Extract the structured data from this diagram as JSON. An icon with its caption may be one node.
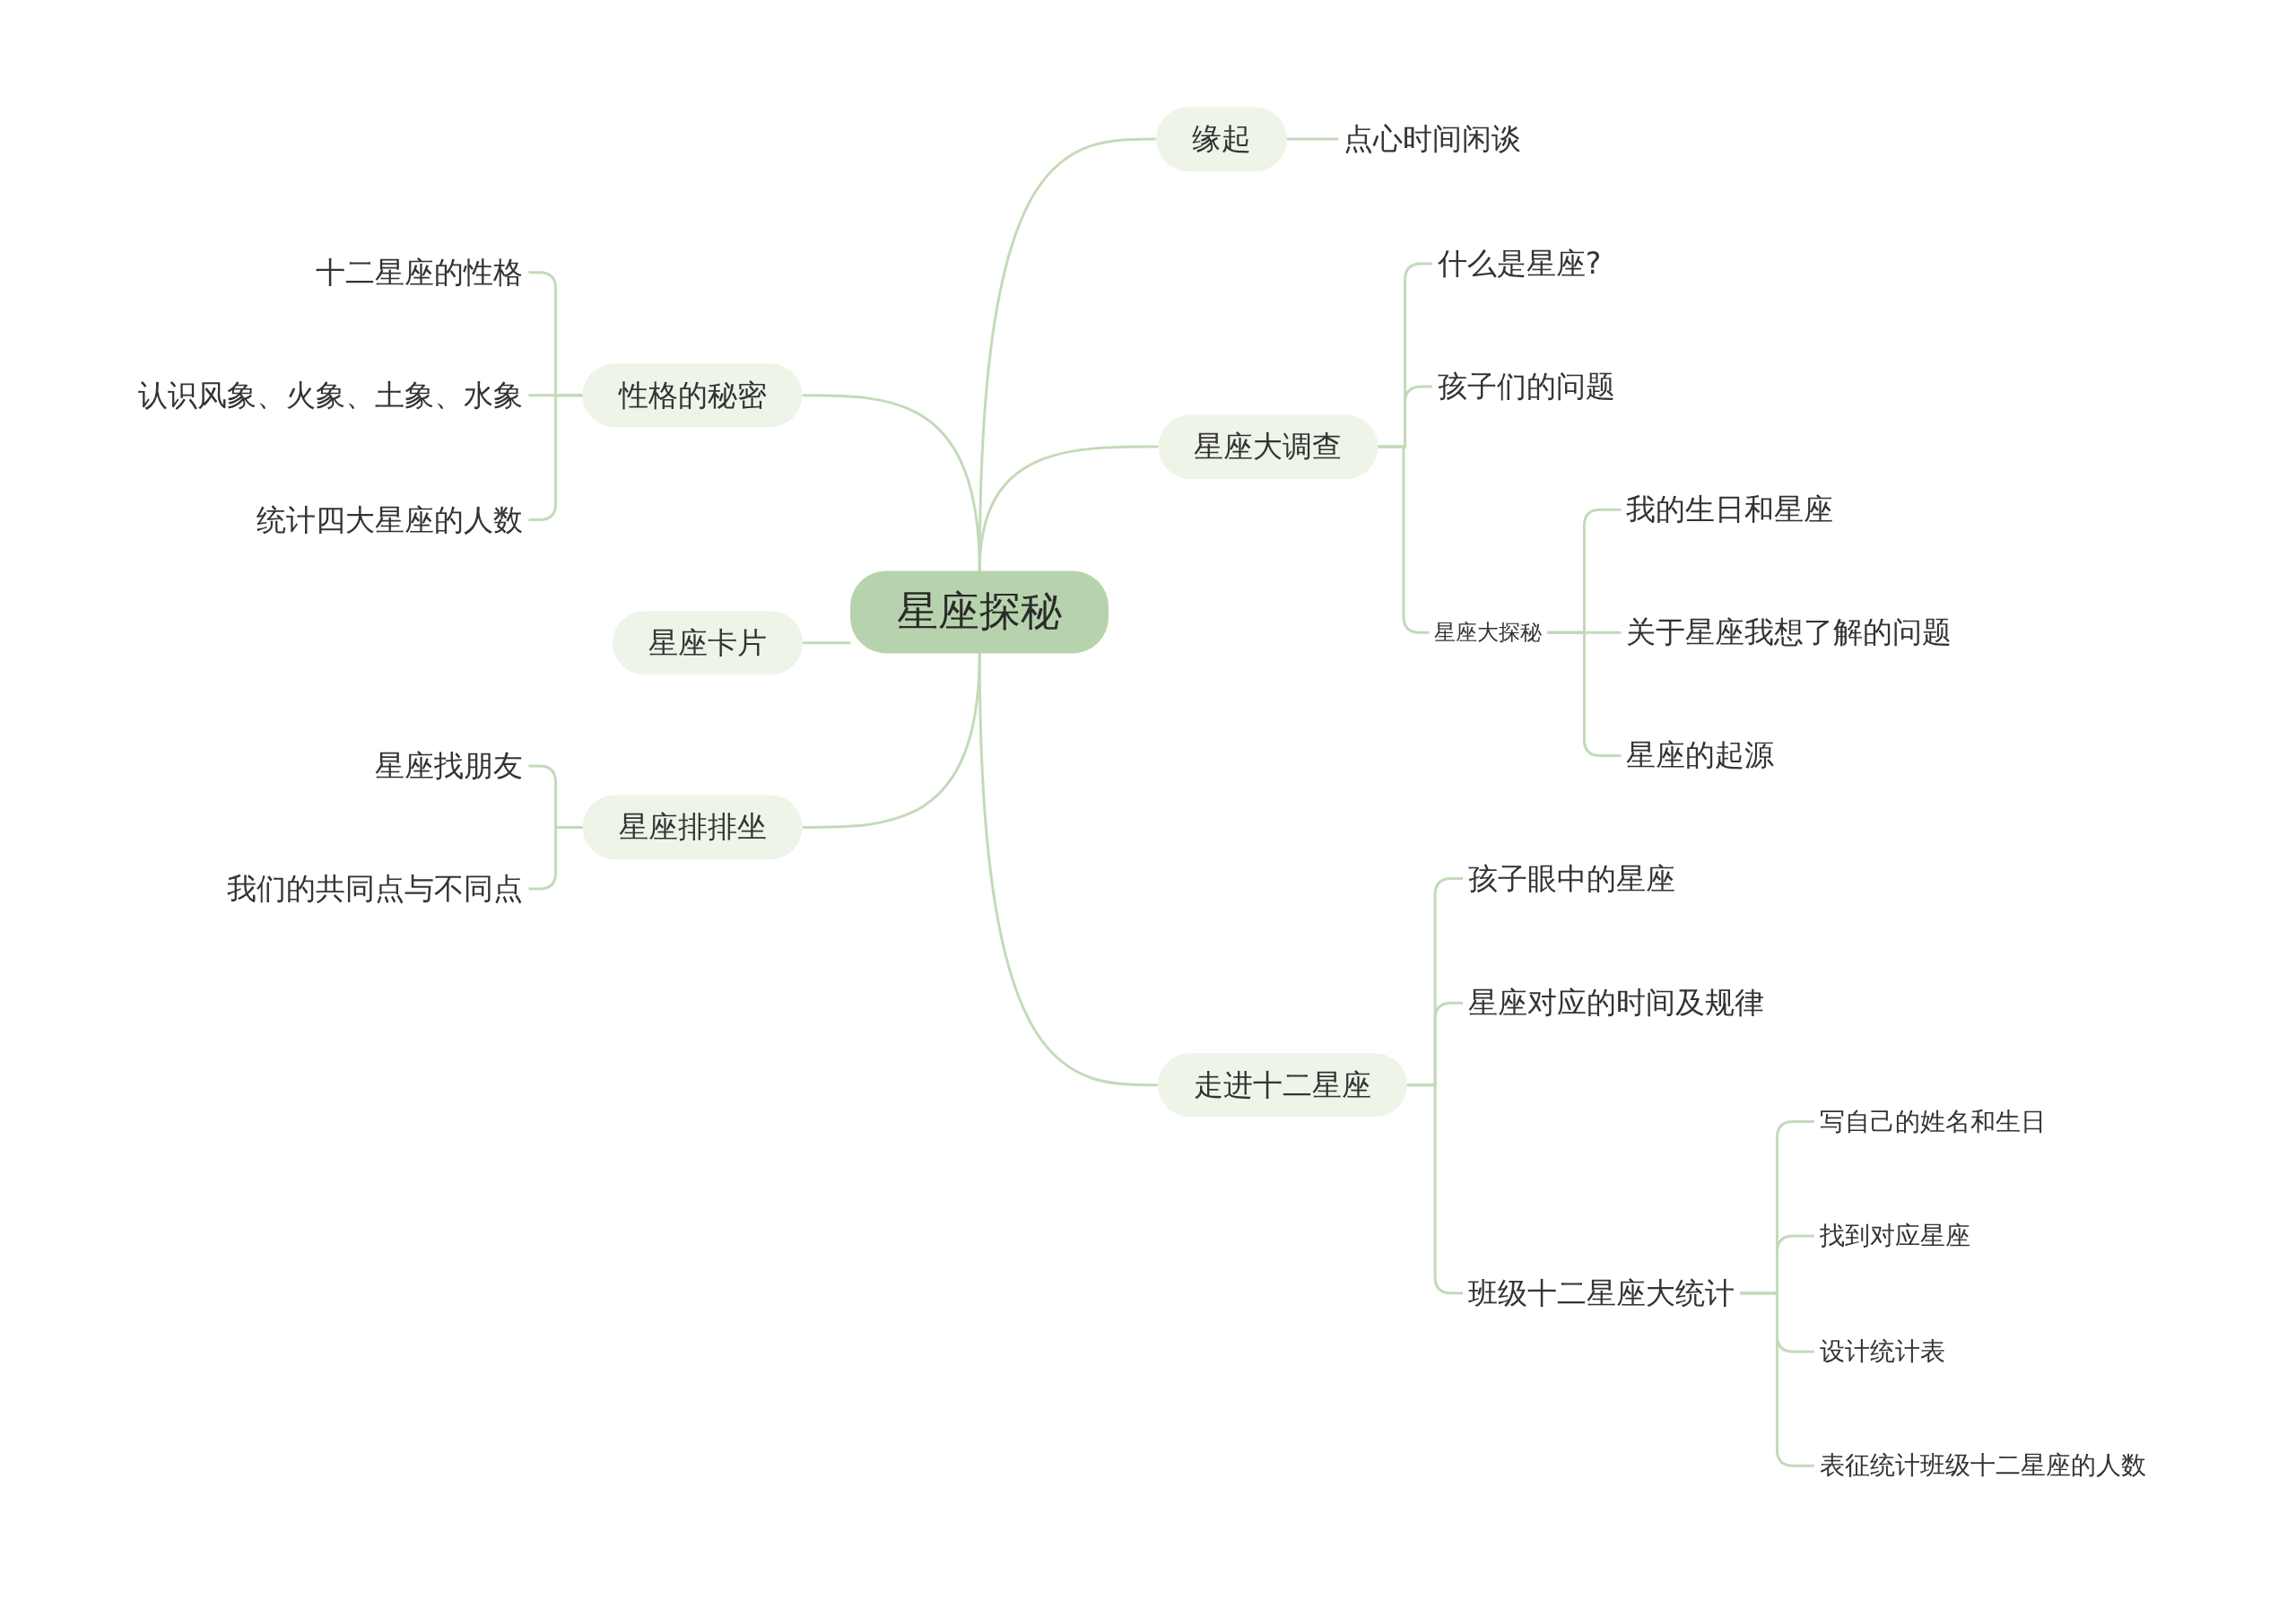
{
  "diagram": {
    "nodes": [
      {
        "text": [
          "星座探秘"
        ]
      },
      {
        "text": [
          "缘起"
        ]
      },
      {
        "text": [
          "点心时间闲谈"
        ]
      },
      {
        "text": [
          "星座大调查"
        ]
      },
      {
        "text": [
          "什么是星座?"
        ]
      },
      {
        "text": [
          "孩子们的问题"
        ]
      },
      {
        "text": [
          "星座大探秘"
        ]
      },
      {
        "text": [
          "我的生日和星座"
        ]
      },
      {
        "text": [
          "关于星座我想了解的问题"
        ]
      },
      {
        "text": [
          "星座的起源"
        ]
      },
      {
        "text": [
          "走进十二星座"
        ]
      },
      {
        "text": [
          "孩子眼中的星座"
        ]
      },
      {
        "text": [
          "星座对应的时间及规律"
        ]
      },
      {
        "text": [
          "班级十二星座大统计"
        ]
      },
      {
        "text": [
          "写自己的姓名和生日"
        ]
      },
      {
        "text": [
          "找到对应星座"
        ]
      },
      {
        "text": [
          "设计统计表"
        ]
      },
      {
        "text": [
          "表征统计班级十二星座的人数"
        ]
      },
      {
        "text": [
          "性格的秘密"
        ]
      },
      {
        "text": [
          "十二星座的性格"
        ]
      },
      {
        "text": [
          "认识风象、火象、土象、水象"
        ]
      },
      {
        "text": [
          "统计四大星座的人数"
        ]
      },
      {
        "text": [
          "星座卡片"
        ]
      },
      {
        "text": [
          "星座排排坐"
        ]
      },
      {
        "text": [
          "星座找朋友"
        ]
      },
      {
        "text": [
          "我们的共同点与不同点"
        ]
      }
    ],
    "edges": [
      {
        "from": 0,
        "to": 1,
        "arrow": "none"
      },
      {
        "from": 1,
        "to": 2,
        "arrow": "none"
      },
      {
        "from": 0,
        "to": 3,
        "arrow": "none"
      },
      {
        "from": 3,
        "to": 4,
        "arrow": "none"
      },
      {
        "from": 3,
        "to": 5,
        "arrow": "none"
      },
      {
        "from": 3,
        "to": 6,
        "arrow": "none"
      },
      {
        "from": 6,
        "to": 7,
        "arrow": "none"
      },
      {
        "from": 6,
        "to": 8,
        "arrow": "none"
      },
      {
        "from": 6,
        "to": 9,
        "arrow": "none"
      },
      {
        "from": 0,
        "to": 10,
        "arrow": "none"
      },
      {
        "from": 10,
        "to": 11,
        "arrow": "none"
      },
      {
        "from": 10,
        "to": 12,
        "arrow": "none"
      },
      {
        "from": 10,
        "to": 13,
        "arrow": "none"
      },
      {
        "from": 13,
        "to": 14,
        "arrow": "none"
      },
      {
        "from": 13,
        "to": 15,
        "arrow": "none"
      },
      {
        "from": 13,
        "to": 16,
        "arrow": "none"
      },
      {
        "from": 13,
        "to": 17,
        "arrow": "none"
      },
      {
        "from": 0,
        "to": 18,
        "arrow": "none"
      },
      {
        "from": 18,
        "to": 19,
        "arrow": "none"
      },
      {
        "from": 18,
        "to": 20,
        "arrow": "none"
      },
      {
        "from": 18,
        "to": 21,
        "arrow": "none"
      },
      {
        "from": 0,
        "to": 22,
        "arrow": "none"
      },
      {
        "from": 0,
        "to": 23,
        "arrow": "none"
      },
      {
        "from": 23,
        "to": 24,
        "arrow": "none"
      },
      {
        "from": 23,
        "to": 25,
        "arrow": "none"
      }
    ]
  }
}
